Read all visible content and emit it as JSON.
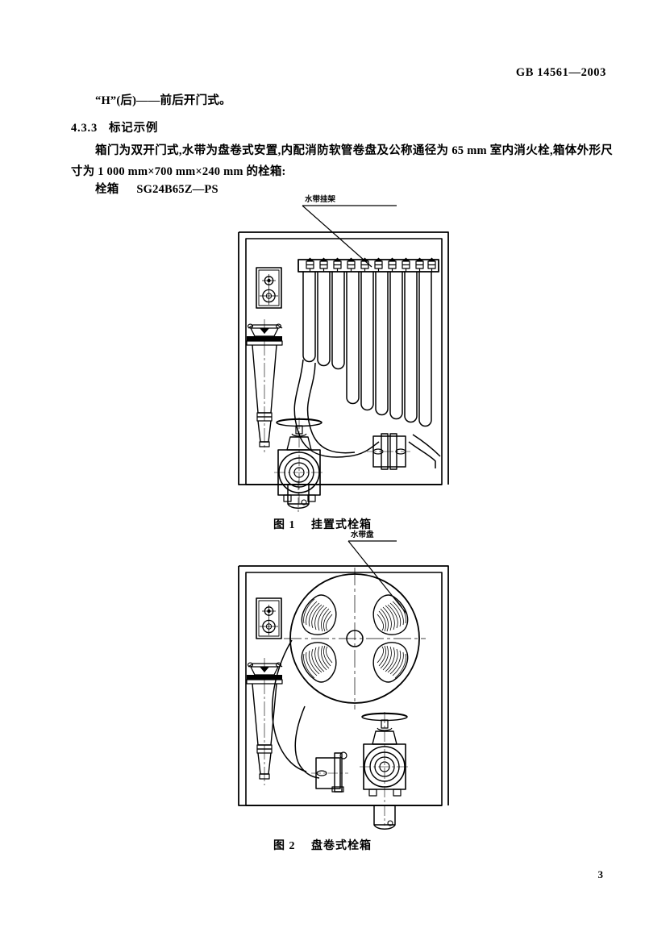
{
  "header": {
    "standard_code": "GB 14561—2003"
  },
  "body": {
    "line_h": "“H”(后)——前后开门式。",
    "section_number": "4.3.3",
    "section_title": "标记示例",
    "paragraph": "箱门为双开门式,水带为盘卷式安置,内配消防软管卷盘及公称通径为 65 mm 室内消火栓,箱体外形尺寸为 1 000 mm×700 mm×240 mm 的栓箱:",
    "code_label": "栓箱",
    "code_value": "SG24B65Z—PS"
  },
  "figure1": {
    "callout": "水带挂架",
    "caption_label": "图",
    "caption_number": "1",
    "caption_title": "挂置式栓箱",
    "hook_count": 10,
    "parts": {
      "lock_plate": "door-lock-plate",
      "nozzle": "fire-nozzle",
      "valve": "hydrant-valve",
      "coupling": "hose-coupling",
      "rack": "hose-hanging-rack",
      "outlet_pipe": "outlet-pipe"
    }
  },
  "figure2": {
    "callout": "水带盘",
    "caption_label": "图",
    "caption_number": "2",
    "caption_title": "盘卷式栓箱",
    "reel_spoke_count": 4,
    "parts": {
      "lock_plate": "door-lock-plate",
      "nozzle": "fire-nozzle",
      "valve": "hydrant-valve",
      "coupling": "hose-coupling",
      "reel": "hose-reel",
      "outlet_pipe": "outlet-pipe"
    }
  },
  "footer": {
    "page_number": "3"
  },
  "colors": {
    "ink": "#000000",
    "paper": "#ffffff"
  }
}
